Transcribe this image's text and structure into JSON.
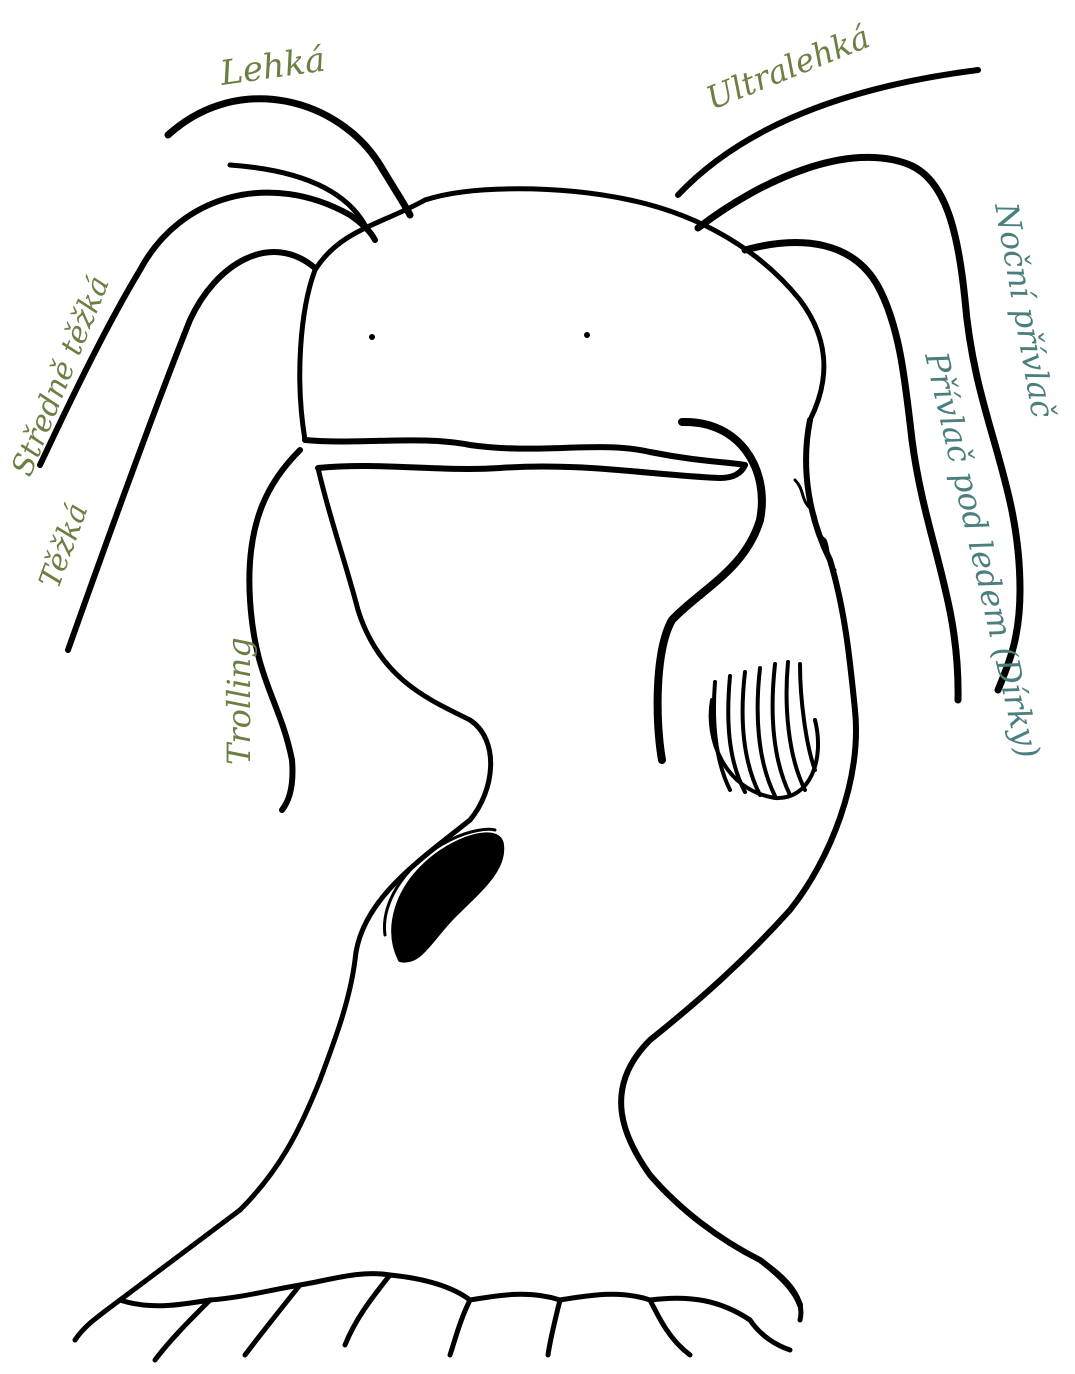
{
  "labels": {
    "lehka": "Lehká",
    "ultralehka": "Ultralehká",
    "stredne_tezka": "Středně těžká",
    "tezka": "Těžká",
    "trolling": "Trolling",
    "nocni_privlac": "Noční přívlač",
    "privlac_pod_ledem": "Přívlač pod ledem (Dírky)"
  },
  "colors": {
    "green_label": "#6b7f43",
    "teal_label": "#4a7f7d",
    "outline": "#000000",
    "background": "#ffffff"
  }
}
